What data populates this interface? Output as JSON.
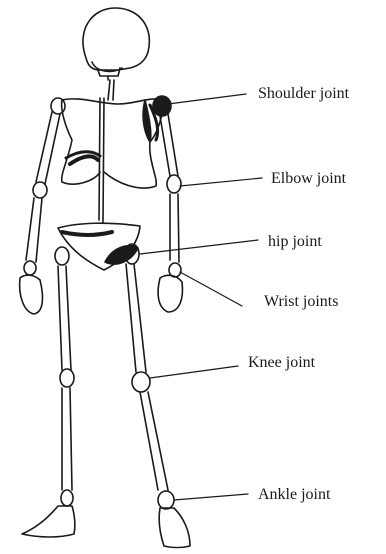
{
  "labels": {
    "shoulder": "Shoulder joint",
    "elbow": "Elbow joint",
    "hip": "hip joint",
    "wrist": "Wrist joints",
    "knee": "Knee joint",
    "ankle": "Ankle joint"
  },
  "colors": {
    "ink": "#1a1a1a",
    "background": "#ffffff"
  }
}
